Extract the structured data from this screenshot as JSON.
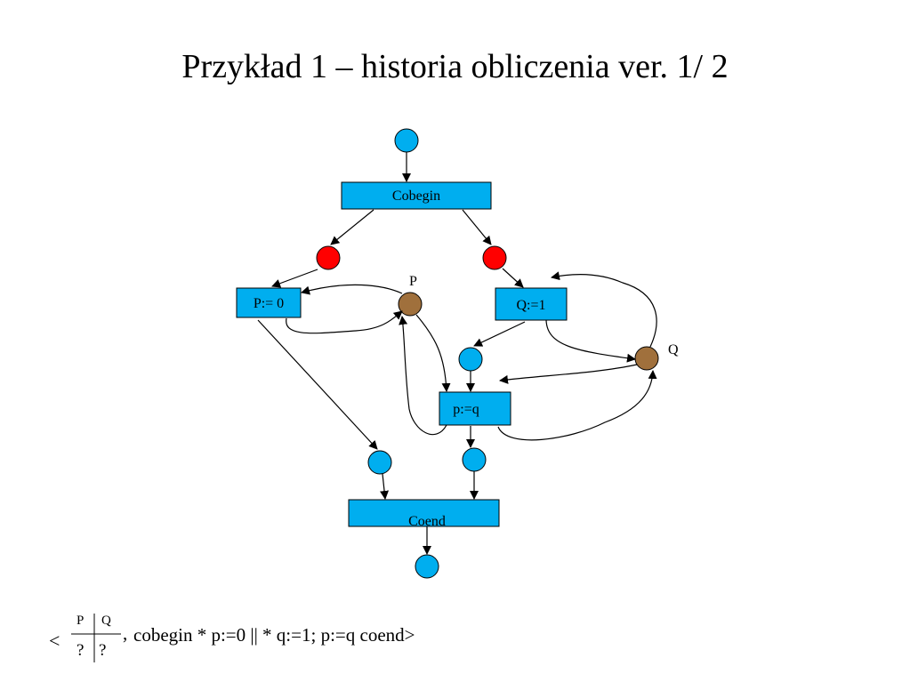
{
  "title": "Przykład 1 – historia obliczenia ver. 1/ 2",
  "boxes": {
    "cobegin": "Cobegin",
    "p_assign": "P:= 0",
    "q_assign": "Q:=1",
    "pq_assign": "p:=q",
    "coend": "Coend"
  },
  "variables": {
    "p": "P",
    "q": "Q"
  },
  "state": {
    "lt": "<",
    "header_p": "P",
    "header_q": "Q",
    "value_p": "?",
    "value_q": "?",
    "comma": ",",
    "sequence": "cobegin * p:=0 || * q:=1; p:=q coend>"
  },
  "colors": {
    "box_fill": "#00aeef",
    "place_blue": "#00aeef",
    "place_red": "#ff0000",
    "variable_brown": "#a0703c"
  }
}
